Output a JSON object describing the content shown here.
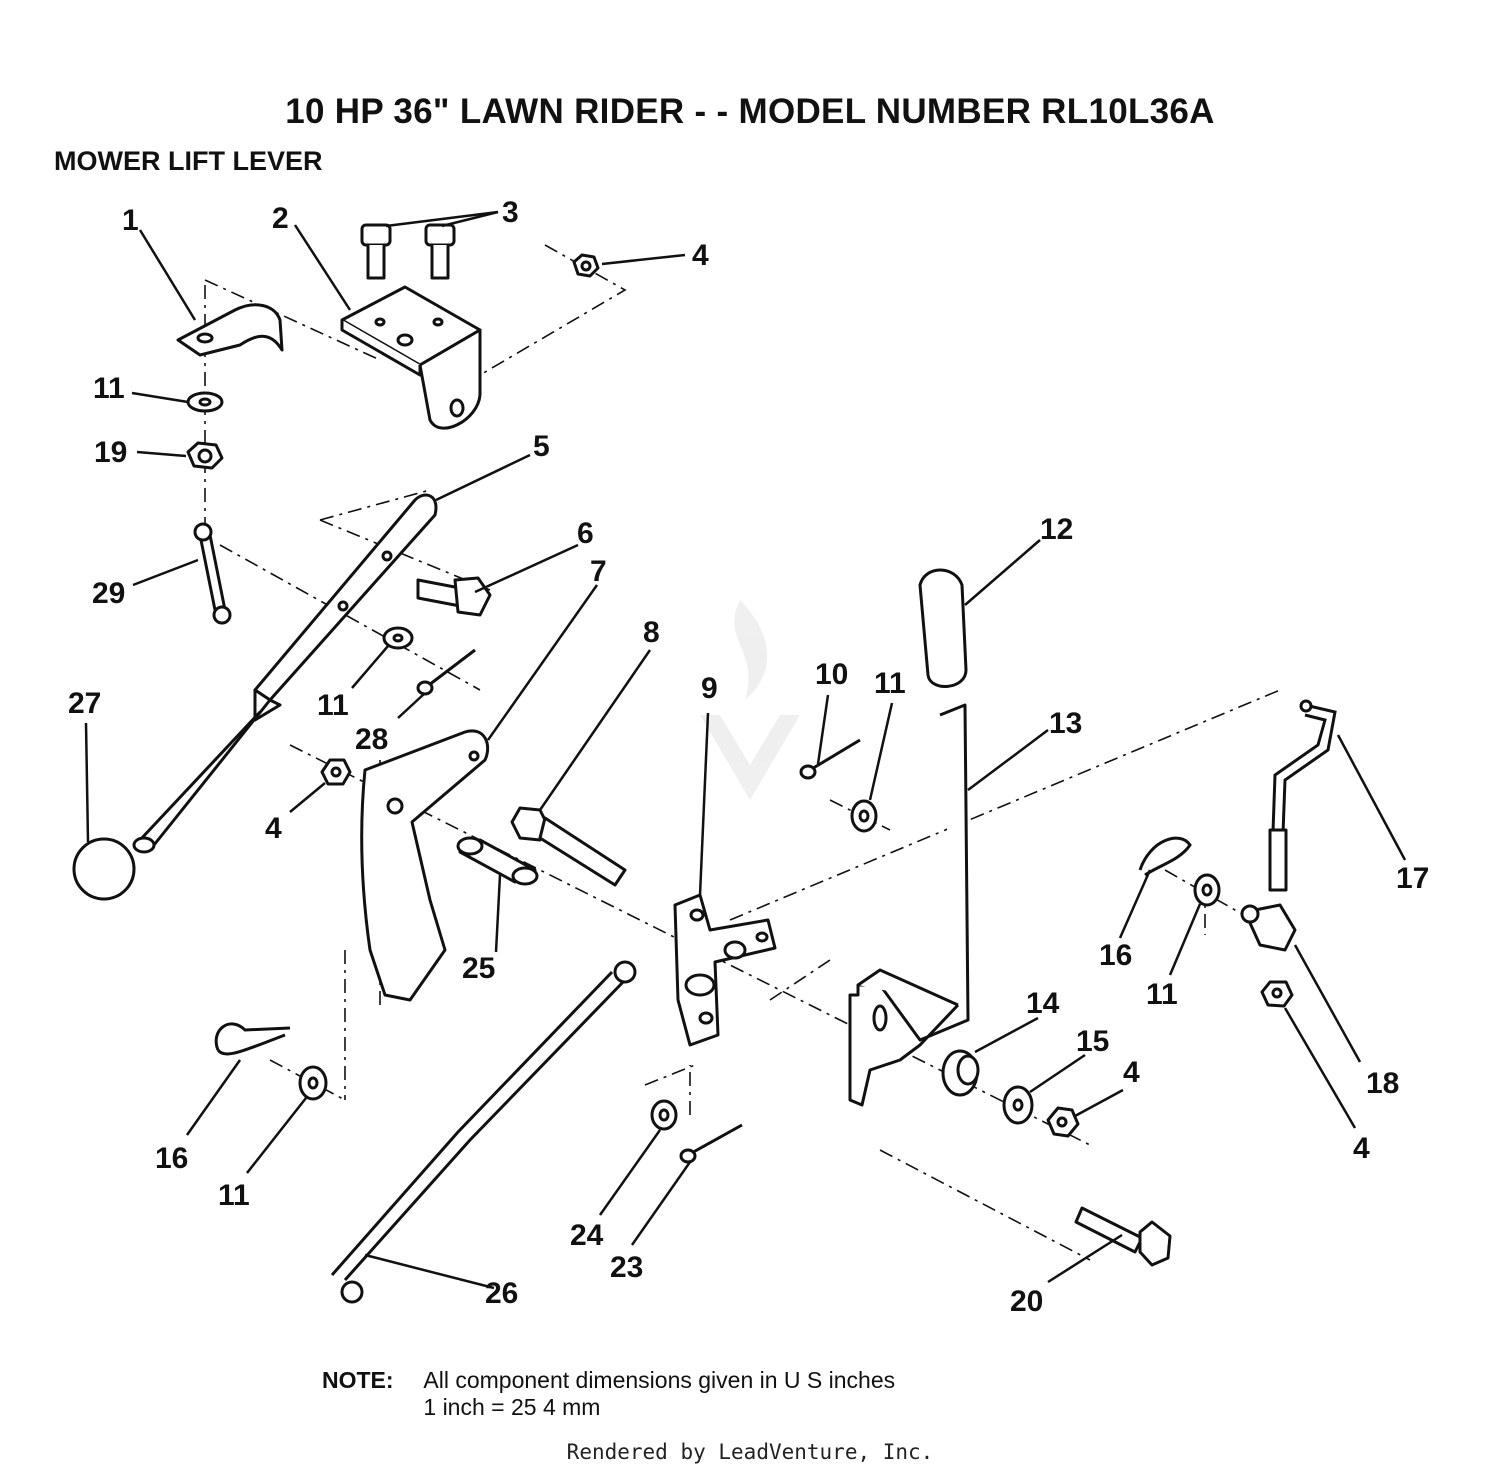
{
  "header": {
    "title": "10 HP 36\" LAWN RIDER - - MODEL NUMBER RL10L36A",
    "subtitle": "MOWER LIFT LEVER"
  },
  "callouts": [
    "1",
    "2",
    "3",
    "4",
    "11",
    "19",
    "5",
    "29",
    "6",
    "7",
    "27",
    "11",
    "28",
    "4",
    "8",
    "25",
    "9",
    "10",
    "11",
    "12",
    "13",
    "17",
    "16",
    "11",
    "18",
    "4",
    "14",
    "15",
    "4",
    "16",
    "11",
    "24",
    "23",
    "26",
    "20"
  ],
  "note": {
    "label": "NOTE:",
    "line1": "All component dimensions given in U S  inches",
    "line2": "1 inch = 25 4 mm"
  },
  "footer": {
    "credit": "Rendered by LeadVenture, Inc."
  }
}
